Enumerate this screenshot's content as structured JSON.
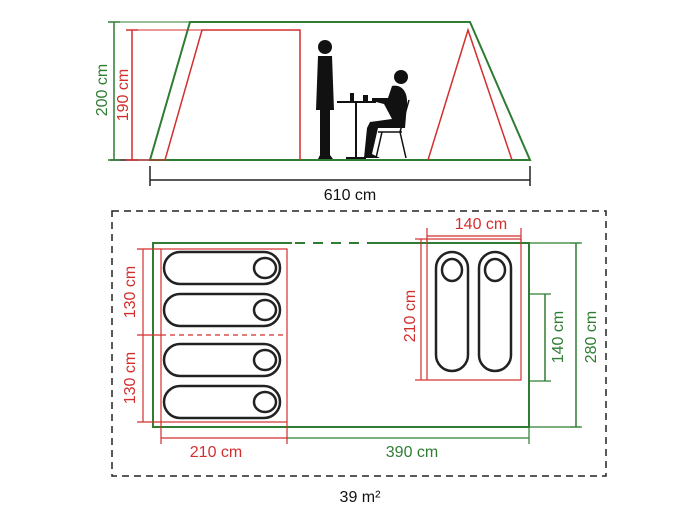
{
  "side_view": {
    "outer_height": "200 cm",
    "inner_height": "190 cm",
    "length": "610 cm"
  },
  "floor_plan": {
    "left_bedroom_width": "210 cm",
    "left_upper_depth": "130 cm",
    "left_lower_depth": "130 cm",
    "living_length": "390 cm",
    "right_bedroom_width": "140 cm",
    "right_bedroom_depth": "210 cm",
    "door_width": "140 cm",
    "total_width": "280 cm",
    "area": "39 m²"
  },
  "colors": {
    "outer_dimension": "#2e7d32",
    "inner_dimension": "#d32f2f",
    "footprint": "#222222"
  }
}
